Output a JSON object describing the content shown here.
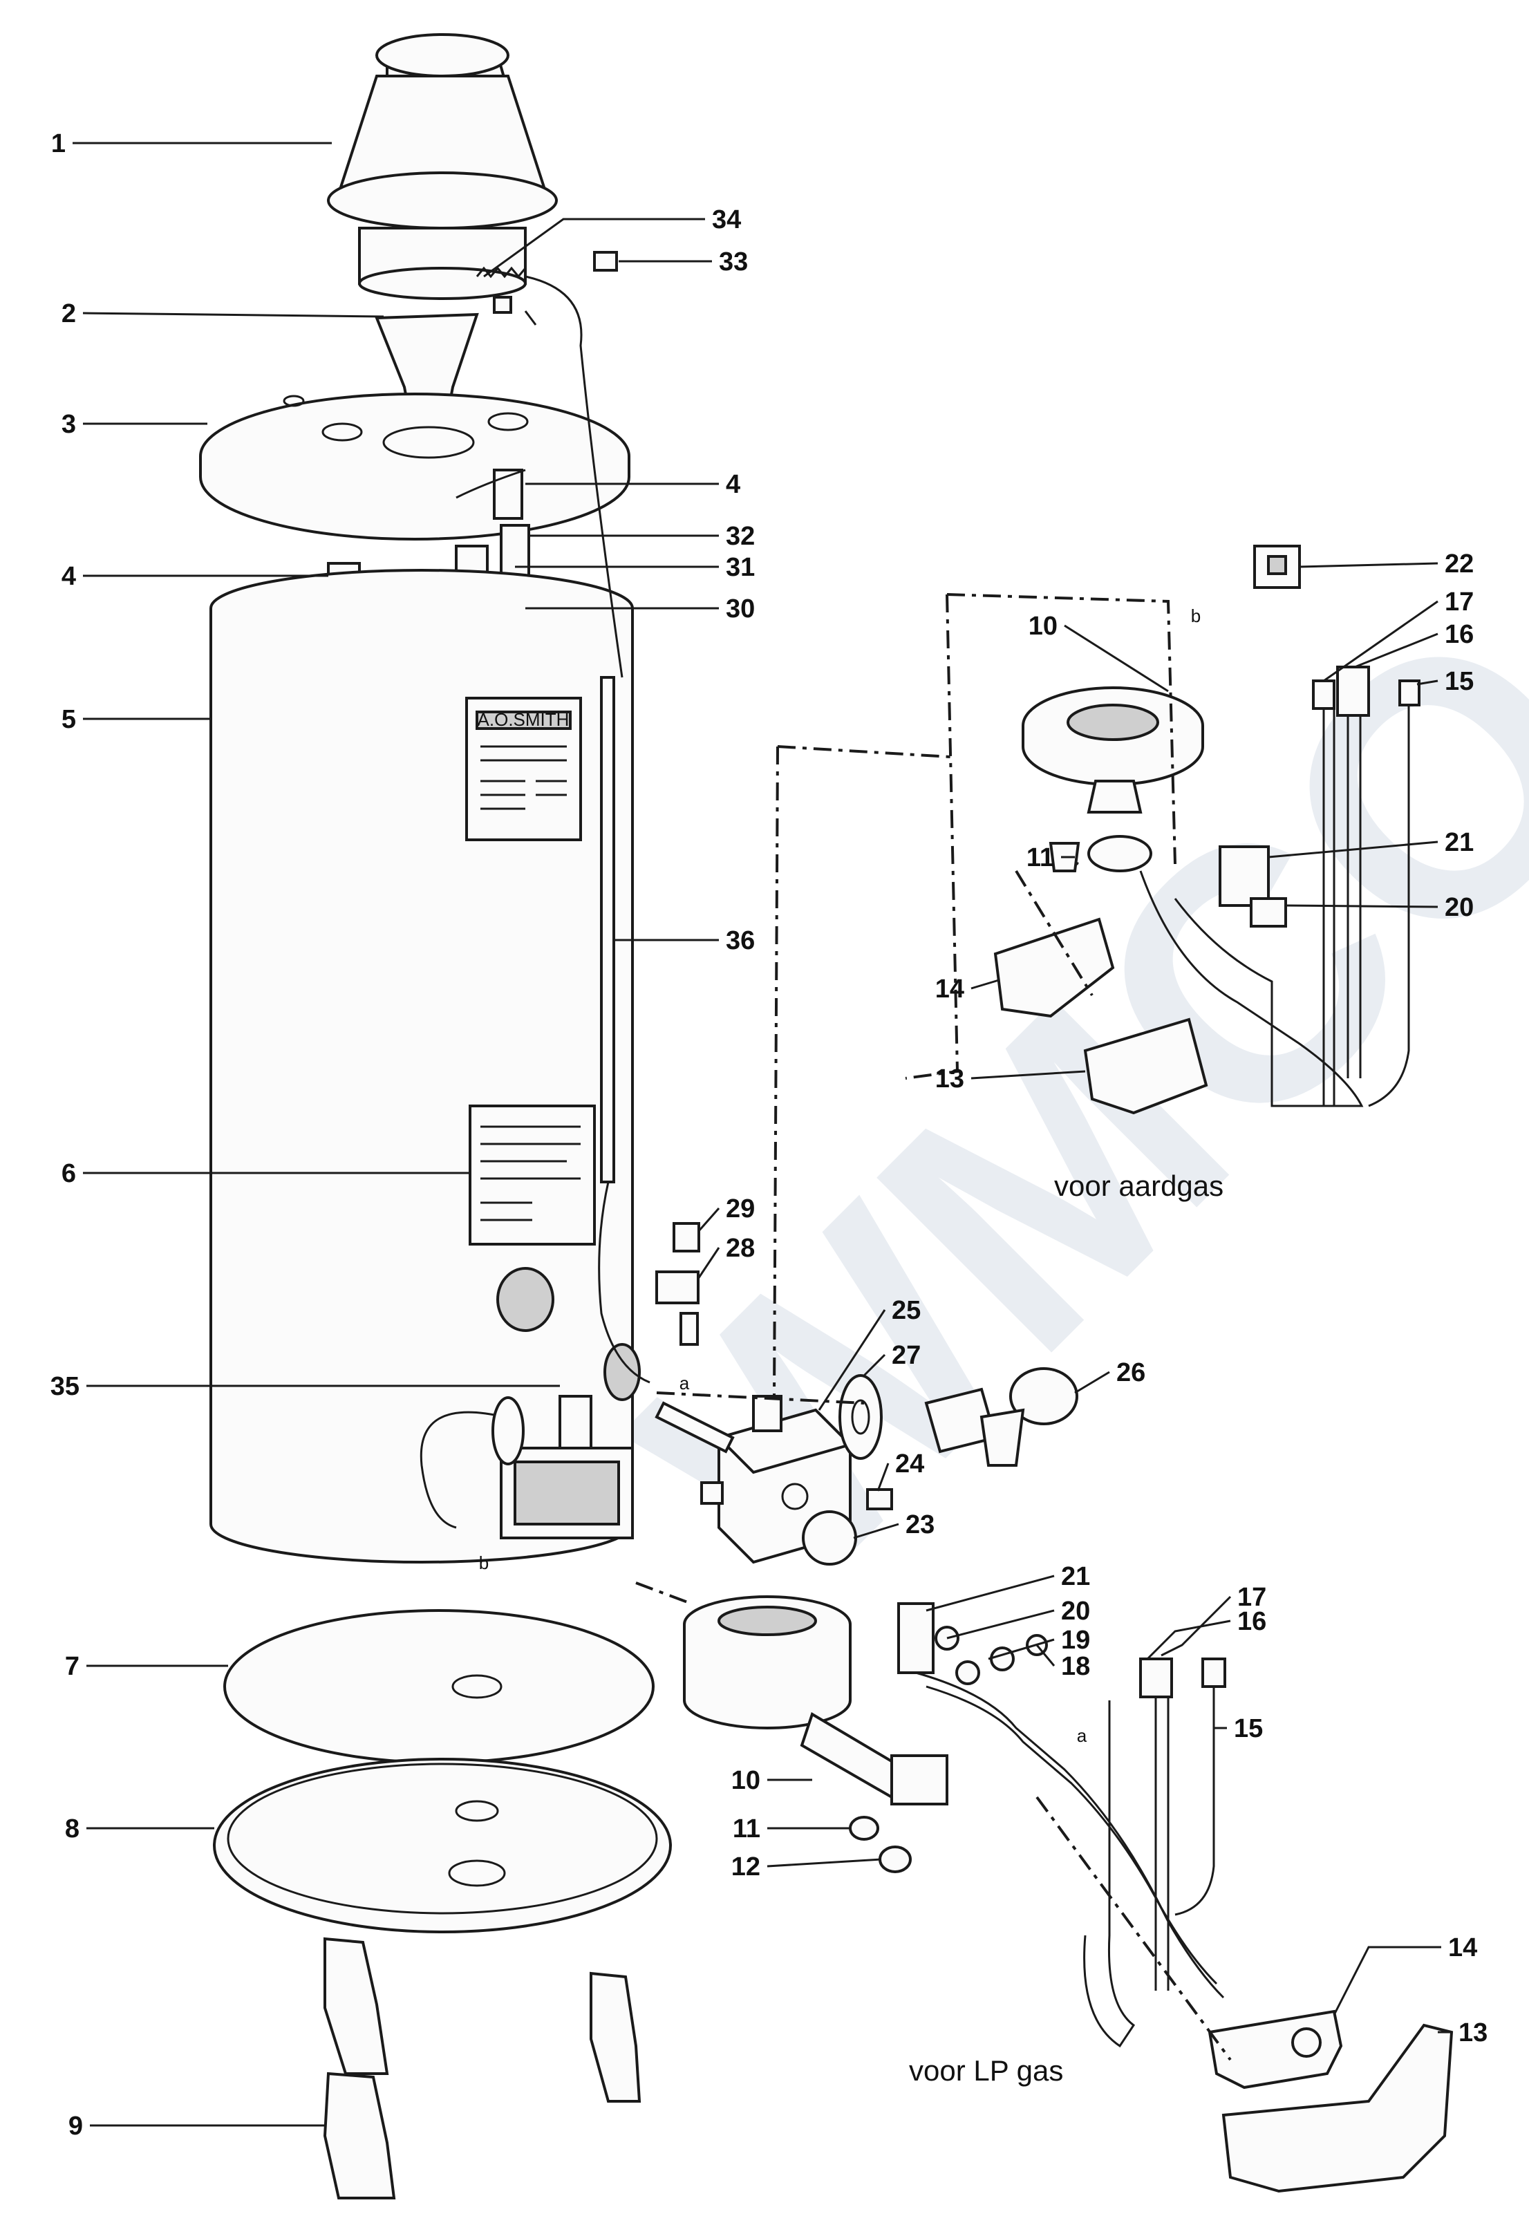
{
  "callouts": [
    {
      "label": "1"
    },
    {
      "label": "2"
    },
    {
      "label": "3"
    },
    {
      "label": "4"
    },
    {
      "label": "4"
    },
    {
      "label": "5"
    },
    {
      "label": "6"
    },
    {
      "label": "7"
    },
    {
      "label": "8"
    },
    {
      "label": "9"
    },
    {
      "label": "34"
    },
    {
      "label": "33"
    },
    {
      "label": "32"
    },
    {
      "label": "31"
    },
    {
      "label": "30"
    },
    {
      "label": "36"
    },
    {
      "label": "35"
    },
    {
      "label": "29"
    },
    {
      "label": "28"
    },
    {
      "label": "25"
    },
    {
      "label": "27"
    },
    {
      "label": "26"
    },
    {
      "label": "24"
    },
    {
      "label": "23"
    },
    {
      "label": "22"
    },
    {
      "label": "17"
    },
    {
      "label": "16"
    },
    {
      "label": "15"
    },
    {
      "label": "10"
    },
    {
      "label": "11"
    },
    {
      "label": "21"
    },
    {
      "label": "20"
    },
    {
      "label": "14"
    },
    {
      "label": "13"
    },
    {
      "label": "21"
    },
    {
      "label": "20"
    },
    {
      "label": "19"
    },
    {
      "label": "18"
    },
    {
      "label": "17"
    },
    {
      "label": "16"
    },
    {
      "label": "15"
    },
    {
      "label": "10"
    },
    {
      "label": "11"
    },
    {
      "label": "12"
    },
    {
      "label": "14"
    },
    {
      "label": "13"
    }
  ],
  "captions": {
    "natural_gas": "voor aardgas",
    "lp_gas": "voor LP gas"
  },
  "markers": {
    "a": "a",
    "b": "b"
  },
  "brand_plate": "A.O.SMITH"
}
